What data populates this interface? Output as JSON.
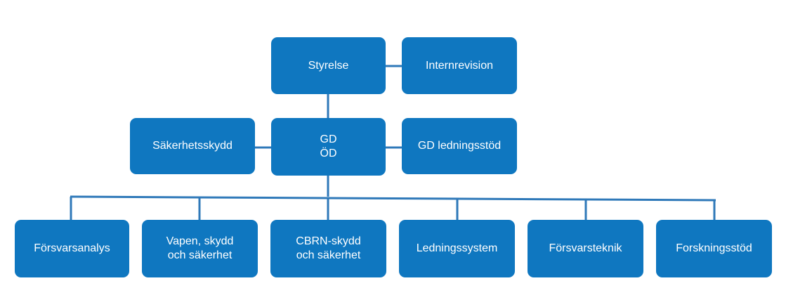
{
  "colors": {
    "box_fill": "#0f77c0",
    "box_text": "#ffffff",
    "connector": "#2f79b9"
  },
  "board": {
    "label": "Styrelse"
  },
  "internal_audit": {
    "label": "Internrevision"
  },
  "security": {
    "label": "Säkerhetsskydd"
  },
  "director_general": {
    "line1": "GD",
    "line2": "ÖD"
  },
  "dg_support": {
    "label": "GD ledningsstöd"
  },
  "divisions": [
    {
      "line1": "Försvarsanalys",
      "line2": ""
    },
    {
      "line1": "Vapen, skydd",
      "line2": "och säkerhet"
    },
    {
      "line1": "CBRN-skydd",
      "line2": "och säkerhet"
    },
    {
      "line1": "Ledningssystem",
      "line2": ""
    },
    {
      "line1": "Försvarsteknik",
      "line2": ""
    },
    {
      "line1": "Forskningsstöd",
      "line2": ""
    }
  ]
}
